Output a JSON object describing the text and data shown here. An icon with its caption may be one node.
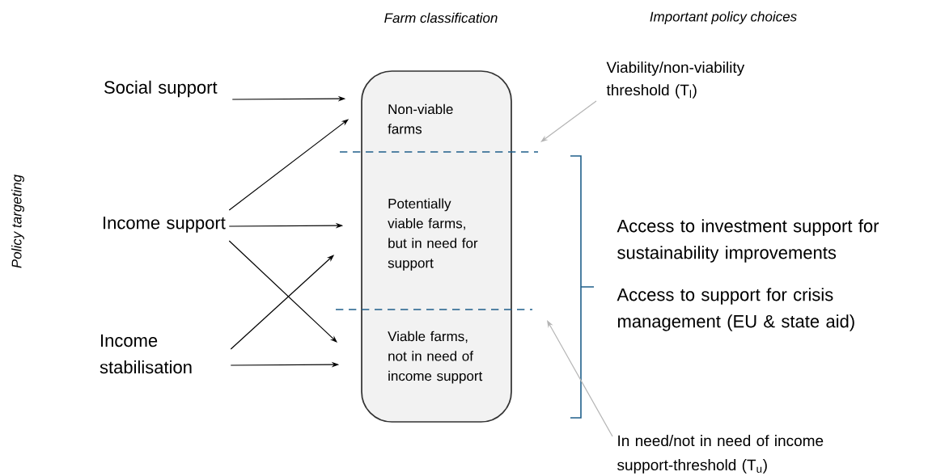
{
  "diagram": {
    "nodes": [
      {
        "text": [
          "Social support"
        ]
      },
      {
        "text": [
          "Income support"
        ]
      },
      {
        "text": [
          "Income stabilisation"
        ]
      },
      {
        "text": [],
        "shape": "box"
      },
      {
        "text": [
          "Non-viable farms"
        ],
        "in": 3
      },
      {
        "text": [
          "Potentially viable farms, but in need for support"
        ],
        "in": 3
      },
      {
        "text": [
          "Viable farms, not in need of income support"
        ],
        "in": 3
      },
      {
        "text": [
          "Viability/non-viability threshold (T$_{l}$)"
        ]
      },
      {
        "text": [
          "In need/not in need of income support-threshold (T$_{u}$)"
        ]
      }
    ],
    "edges": [
      {
        "from": 0,
        "to": 4,
        "arrow": "to"
      },
      {
        "from": 1,
        "to": 4,
        "arrow": "to"
      },
      {
        "from": 1,
        "to": 5,
        "arrow": "to"
      },
      {
        "from": 1,
        "to": 6,
        "arrow": "to"
      },
      {
        "from": 2,
        "to": 5,
        "arrow": "to"
      },
      {
        "from": 2,
        "to": 6,
        "arrow": "to"
      },
      {
        "from": 7,
        "to": null,
        "arrow": "to",
        "color": "#b4b4b4"
      },
      {
        "from": 8,
        "to": null,
        "arrow": "to",
        "color": "#b4b4b4"
      }
    ],
    "labels": [
      "Farm classification",
      "Important policy choices",
      "Policy targeting",
      "Access to investment support for sustainability improvements",
      "Access to support for crisis management (EU & state aid)"
    ]
  }
}
